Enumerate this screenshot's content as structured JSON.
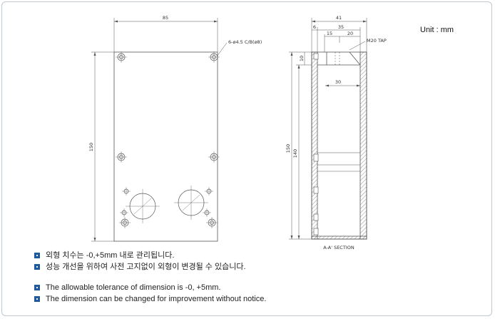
{
  "unit_label": "Unit : mm",
  "front_view": {
    "width_dim": "85",
    "height_dim": "150",
    "hole_callout": "6-ø4.5 C/B(ø8)"
  },
  "section_view": {
    "width_dim": "41",
    "dim_6": "6",
    "dim_35": "35",
    "dim_15": "15",
    "dim_20": "20",
    "tap_label": "M20 TAP",
    "dim_10": "10",
    "dim_30": "30",
    "height_outer": "150",
    "height_inner": "140",
    "section_label": "A-A' SECTION"
  },
  "notes": [
    "외형 치수는 -0,+5mm 내로 관리됩니다.",
    "성능 개선을 위하여 사전 고지없이 외형이 변경될 수 있습니다.",
    "The allowable tolerance of dimension is -0, +5mm.",
    "The dimension can be changed for improvement without notice."
  ],
  "colors": {
    "bullet": "#1f5a9c",
    "line": "#555555"
  }
}
